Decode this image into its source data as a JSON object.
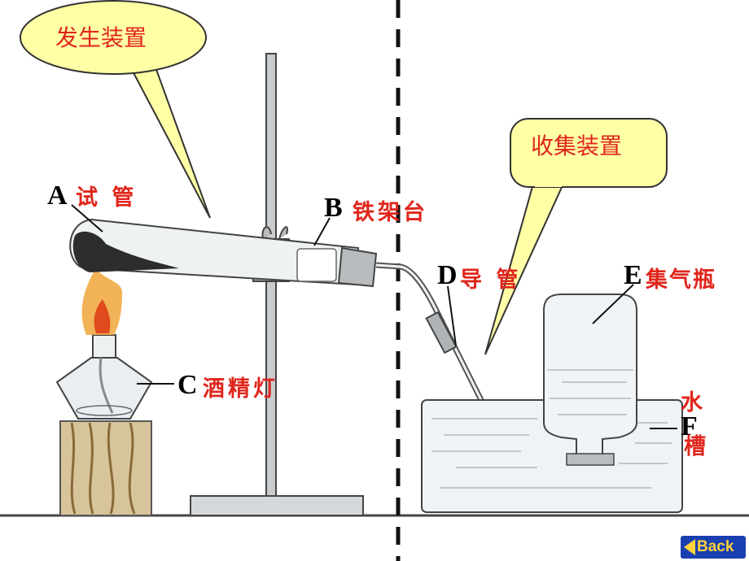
{
  "bubbles": {
    "generation": "发生装置",
    "collection": "收集装置"
  },
  "labels": {
    "A": {
      "letter": "A",
      "text": "试 管"
    },
    "B": {
      "letter": "B",
      "text": "铁架台"
    },
    "C": {
      "letter": "C",
      "text": "酒精灯"
    },
    "D": {
      "letter": "D",
      "text": "导 管"
    },
    "E": {
      "letter": "E",
      "text": "集气瓶"
    },
    "F": {
      "letter": "F",
      "text_line1": "水",
      "text_line2": "槽"
    }
  },
  "nav": {
    "back_label": "Back",
    "back_icon": "left-triangle-icon"
  },
  "colors": {
    "bubble_fill": "#ffffa6",
    "label_red": "#e0261c",
    "back_bg": "#1a3fb0",
    "back_text": "#ffd23a"
  }
}
